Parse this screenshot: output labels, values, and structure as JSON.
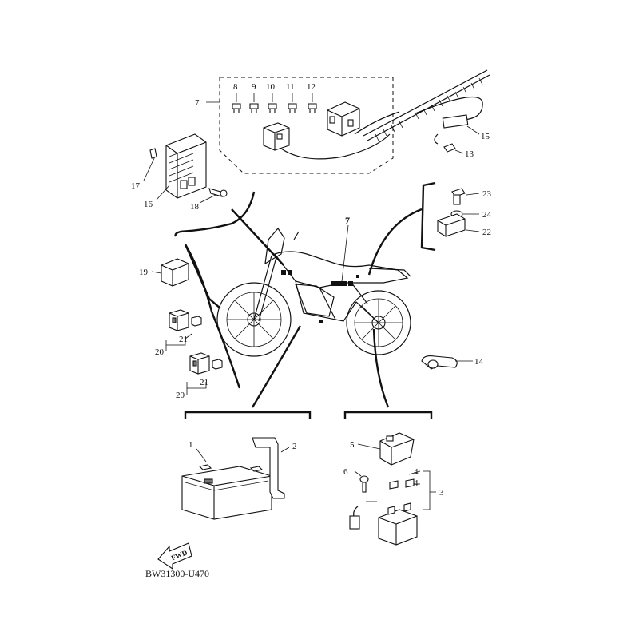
{
  "callouts": {
    "c1": "1",
    "c2": "2",
    "c3": "3",
    "c4a": "4",
    "c4b": "4",
    "c5": "5",
    "c6": "6",
    "c7": "7",
    "c7b": "7",
    "c8": "8",
    "c9": "9",
    "c10": "10",
    "c11": "11",
    "c12": "12",
    "c13": "13",
    "c14": "14",
    "c15": "15",
    "c16": "16",
    "c17": "17",
    "c18": "18",
    "c19": "19",
    "c20a": "20",
    "c20b": "20",
    "c21a": "21",
    "c21b": "21",
    "c22": "22",
    "c23": "23",
    "c24": "24"
  },
  "fwd_label": "FWD",
  "diagram_code": "BW31300-U470"
}
